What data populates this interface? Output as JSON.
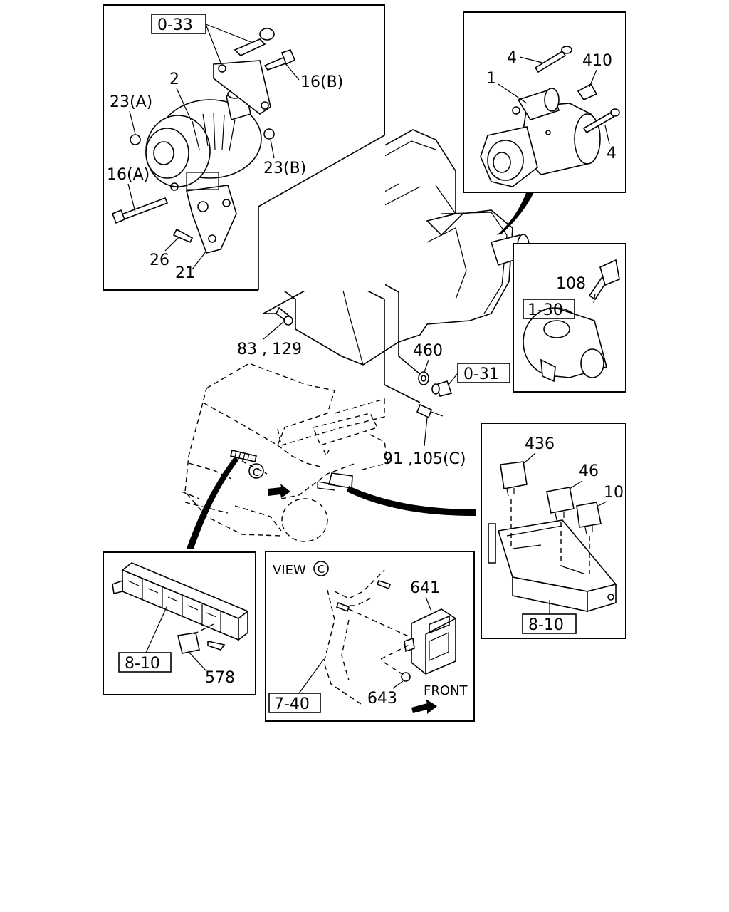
{
  "labels": {
    "l_0_33": "0-33",
    "l_16b": "16(B)",
    "l_2": "2",
    "l_23a": "23(A)",
    "l_16a": "16(A)",
    "l_23b": "23(B)",
    "l_26": "26",
    "l_21": "21",
    "l_4_top": "4",
    "l_1": "1",
    "l_410": "410",
    "l_4_bot": "4",
    "l_108": "108",
    "l_1_30": "1-30",
    "l_83_129": "83 , 129",
    "l_460": "460",
    "l_0_31": "0-31",
    "l_91_105c": "91 ,105(C)",
    "l_c_circle": "C",
    "l_436": "436",
    "l_46": "46",
    "l_10": "10",
    "l_8_10_right": "8-10",
    "l_8_10_left": "8-10",
    "l_578": "578",
    "l_view": "VIEW",
    "l_view_c": "C",
    "l_641": "641",
    "l_643": "643",
    "l_front": "FRONT",
    "l_7_40": "7-40"
  }
}
